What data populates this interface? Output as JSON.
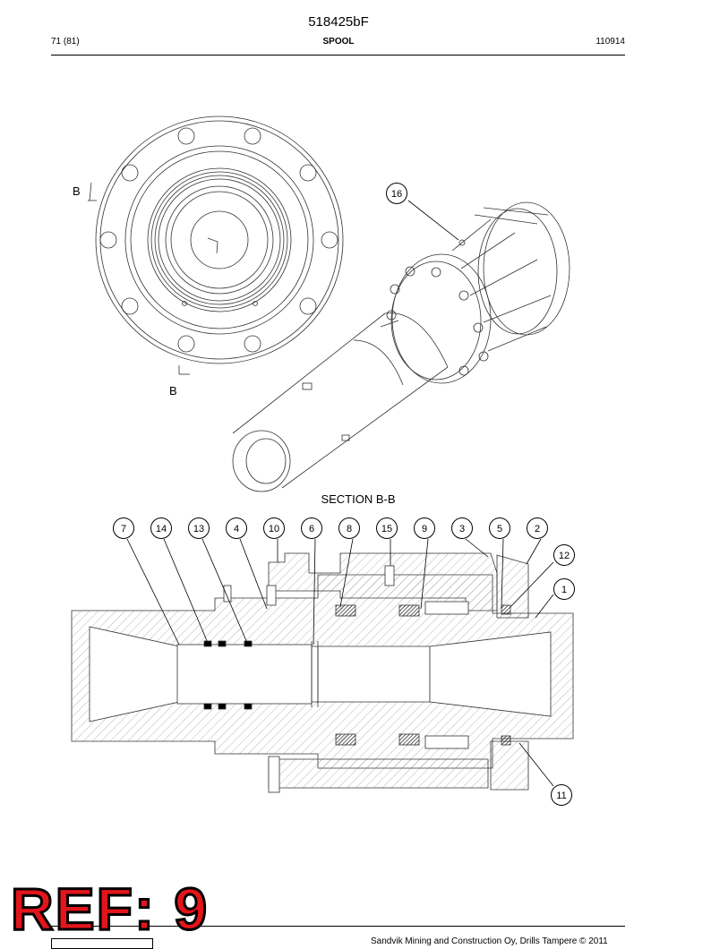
{
  "header": {
    "doc_id": "518425bF",
    "page": "71 (81)",
    "title": "SPOOL",
    "date_code": "110914"
  },
  "drawing": {
    "section_marker": "B",
    "section_title": "SECTION B-B",
    "balloons_top": [
      "7",
      "14",
      "13",
      "4",
      "10",
      "6",
      "8",
      "15",
      "9",
      "3",
      "5",
      "2"
    ],
    "balloons_right": [
      "12",
      "1",
      "11"
    ],
    "balloon_iso": "16"
  },
  "stamp": {
    "text": "REF: 9",
    "color": "#e4141b"
  },
  "footer": {
    "text": "Sandvik Mining and Construction Oy, Drills Tampere © 2011"
  }
}
